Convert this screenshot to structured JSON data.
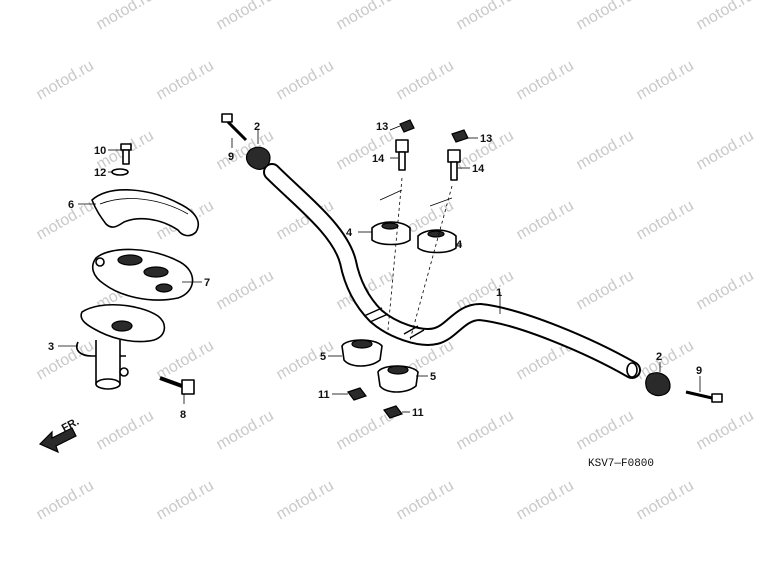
{
  "watermark": "motod.ru",
  "diagram_code": "KSV7—F0800",
  "direction_label": "FR.",
  "callouts": {
    "c1": "1",
    "c2a": "2",
    "c2b": "2",
    "c3": "3",
    "c4a": "4",
    "c4b": "4",
    "c5a": "5",
    "c5b": "5",
    "c6": "6",
    "c7": "7",
    "c8": "8",
    "c9a": "9",
    "c9b": "9",
    "c10": "10",
    "c11a": "11",
    "c11b": "11",
    "c12": "12",
    "c13a": "13",
    "c13b": "13",
    "c14a": "14",
    "c14b": "14"
  },
  "icons": [
    "front-direction-arrow-icon"
  ]
}
